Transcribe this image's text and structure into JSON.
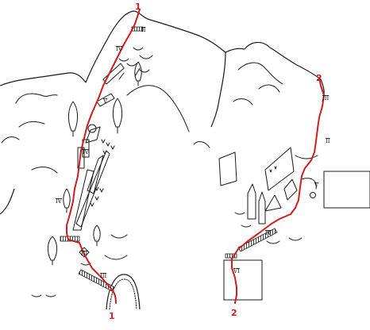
{
  "colors": {
    "route": "#cc1f1f",
    "ink": "#1a1a1a",
    "background": "#ffffff"
  },
  "left_route": {
    "start_label": "1",
    "end_label": "1",
    "station_labels": [
      "II",
      "IV",
      "V",
      "IV",
      "IV",
      "III",
      "III"
    ]
  },
  "right_route": {
    "start_label": "2",
    "end_label": "2",
    "station_labels": [
      "III",
      "II",
      "V",
      "IV",
      "VI"
    ]
  }
}
